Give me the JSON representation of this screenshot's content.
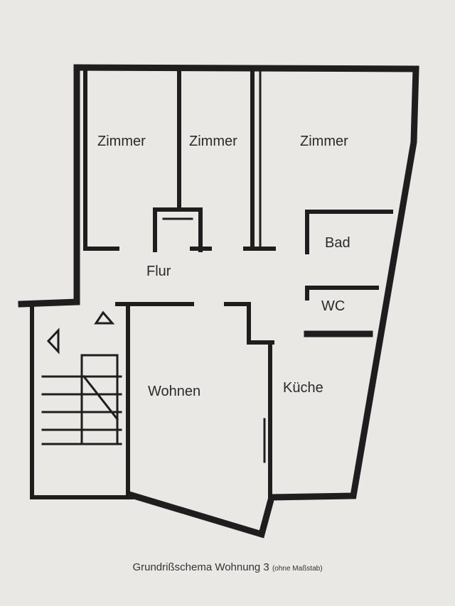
{
  "rooms": {
    "zimmer1": "Zimmer",
    "zimmer2": "Zimmer",
    "zimmer3": "Zimmer",
    "bad": "Bad",
    "flur": "Flur",
    "wc": "WC",
    "wohnen": "Wohnen",
    "kueche": "Küche"
  },
  "caption": {
    "title": "Grundrißschema Wohnung 3",
    "note": "(ohne Maßstab)"
  }
}
